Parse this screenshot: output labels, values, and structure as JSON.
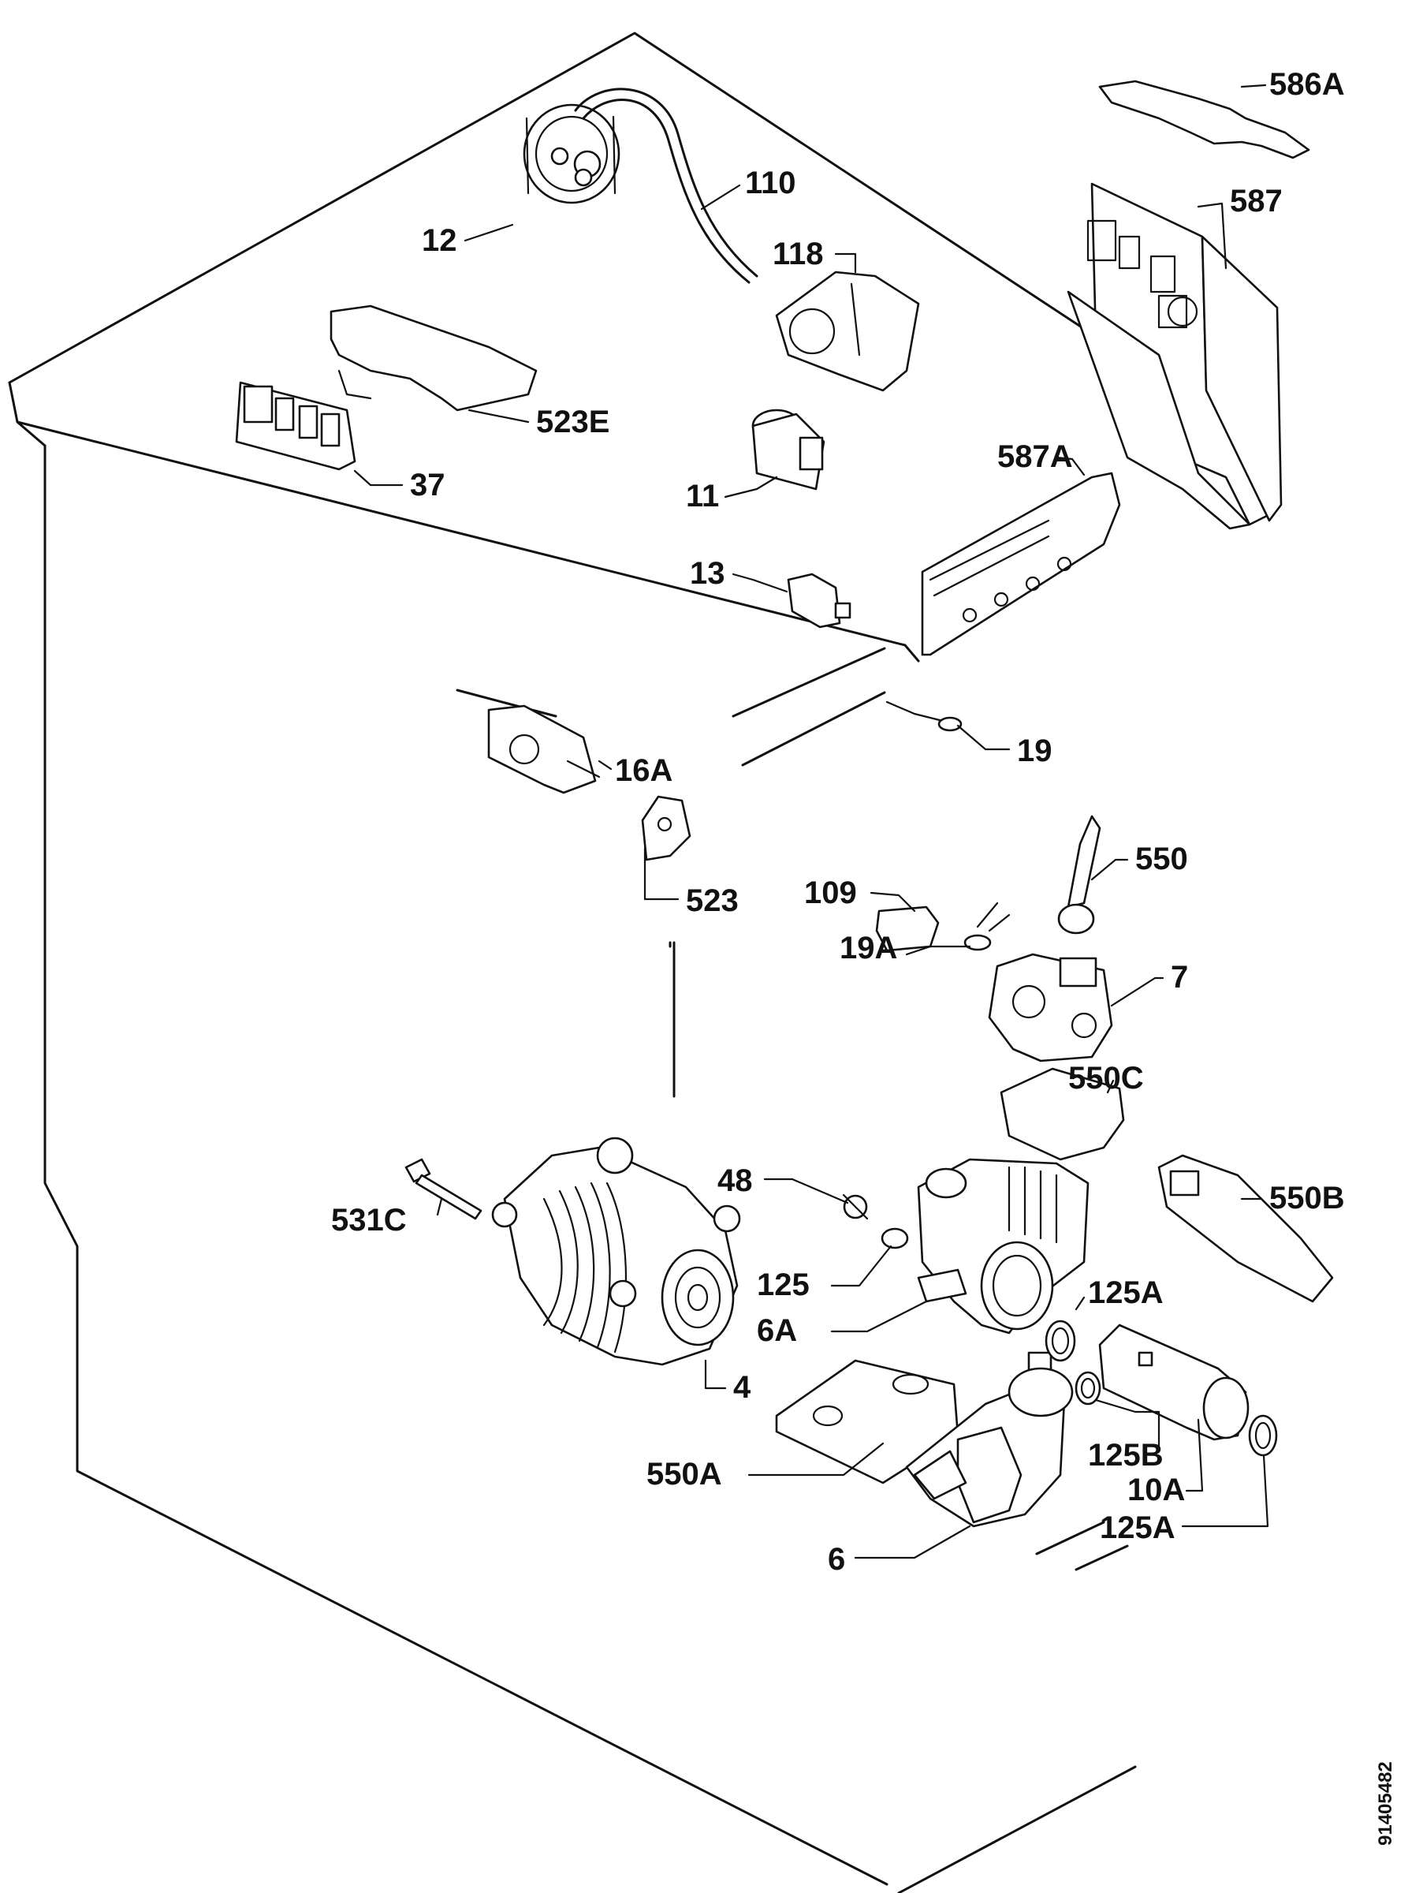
{
  "diagram": {
    "labels": {
      "l586a": "586A",
      "l110": "110",
      "l587": "587",
      "l12": "12",
      "l118": "118",
      "l523e": "523E",
      "l37": "37",
      "l11": "11",
      "l587a": "587A",
      "l13": "13",
      "l19": "19",
      "l16a": "16A",
      "l523": "523",
      "l550": "550",
      "l109": "109",
      "l19a": "19A",
      "l7": "7",
      "l550c": "550C",
      "l48": "48",
      "l531c": "531C",
      "l550b": "550B",
      "l125": "125",
      "l125a_top": "125A",
      "l6a": "6A",
      "l4": "4",
      "l125b": "125B",
      "l550a": "550A",
      "l10a": "10A",
      "l125a_bottom": "125A",
      "l6": "6"
    },
    "document_number": "91405482"
  }
}
